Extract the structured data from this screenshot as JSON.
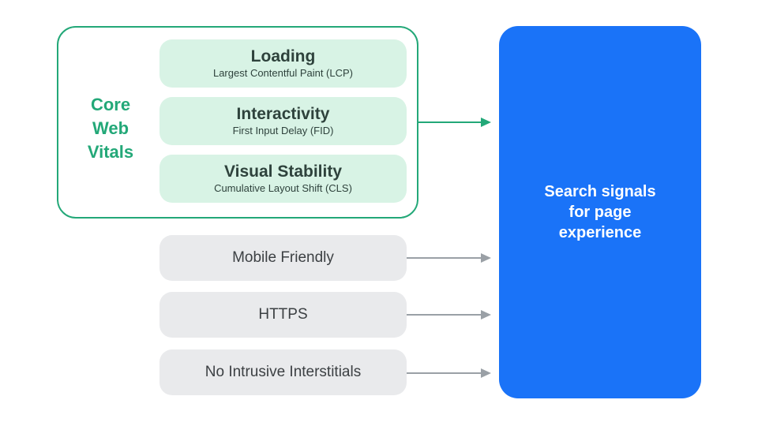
{
  "core_web_vitals": {
    "label": "Core\nWeb\nVitals",
    "items": [
      {
        "title": "Loading",
        "subtitle": "Largest Contentful Paint (LCP)"
      },
      {
        "title": "Interactivity",
        "subtitle": "First Input Delay (FID)"
      },
      {
        "title": "Visual Stability",
        "subtitle": "Cumulative Layout Shift (CLS)"
      }
    ]
  },
  "other_signals": [
    {
      "label": "Mobile Friendly"
    },
    {
      "label": "HTTPS"
    },
    {
      "label": "No Intrusive Interstitials"
    }
  ],
  "result_box": {
    "label": "Search signals\nfor page\nexperience"
  },
  "colors": {
    "green": "#23a878",
    "mint": "#d8f3e5",
    "dark_text": "#2e423c",
    "gray_fill": "#e9eaec",
    "gray_text": "#3c4043",
    "arrow_gray": "#9aa0a6",
    "blue": "#1a73f8",
    "white": "#ffffff"
  }
}
